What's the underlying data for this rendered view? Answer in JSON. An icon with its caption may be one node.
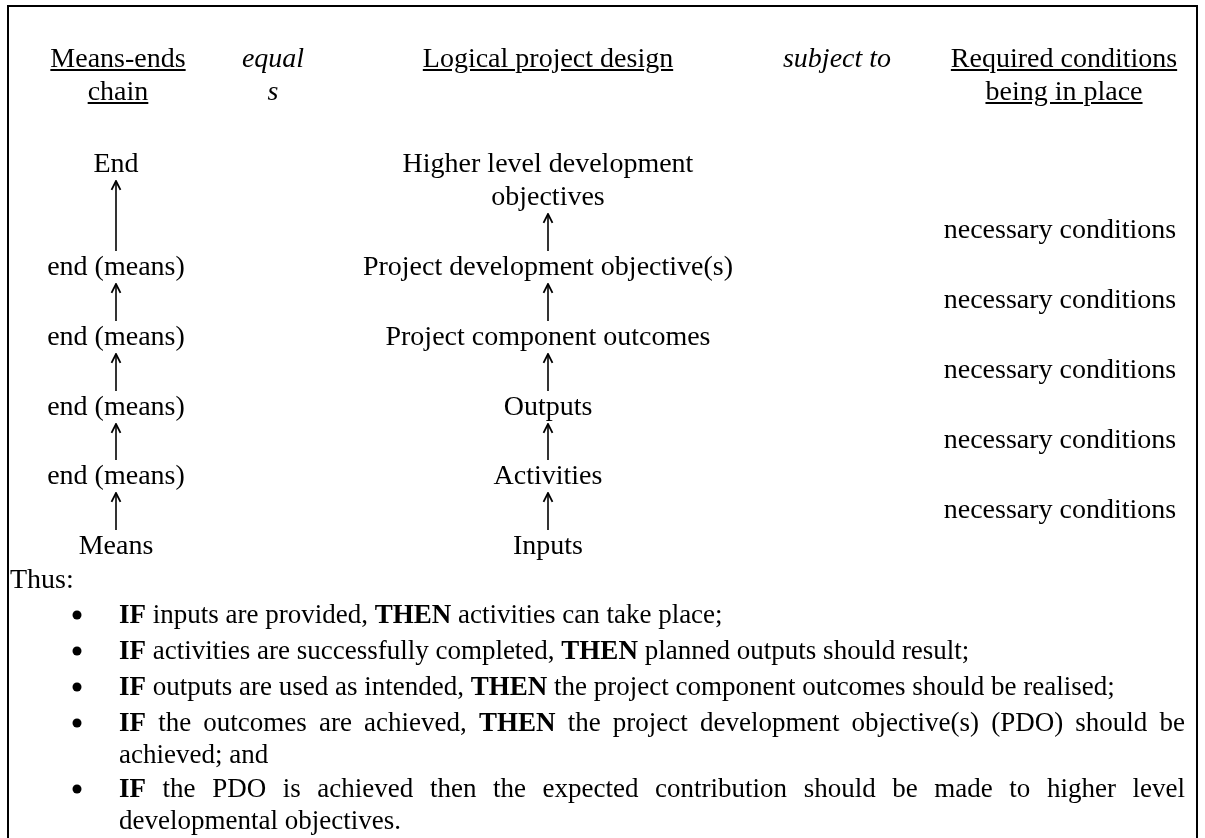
{
  "diagram": {
    "nodes": [
      {
        "text": [
          "End"
        ]
      },
      {
        "text": [
          "end (means)"
        ]
      },
      {
        "text": [
          "end (means)"
        ]
      },
      {
        "text": [
          "end (means)"
        ]
      },
      {
        "text": [
          "end (means)"
        ]
      },
      {
        "text": [
          "Means"
        ]
      },
      {
        "text": [
          "Higher level development objectives"
        ]
      },
      {
        "text": [
          "Project development objective(s)"
        ]
      },
      {
        "text": [
          "Project component outcomes"
        ]
      },
      {
        "text": [
          "Outputs"
        ]
      },
      {
        "text": [
          "Activities"
        ]
      },
      {
        "text": [
          "Inputs"
        ]
      }
    ],
    "edges": [
      {
        "from": 1,
        "to": 0,
        "arrow": "to"
      },
      {
        "from": 2,
        "to": 1,
        "arrow": "to"
      },
      {
        "from": 3,
        "to": 2,
        "arrow": "to"
      },
      {
        "from": 4,
        "to": 3,
        "arrow": "to"
      },
      {
        "from": 5,
        "to": 4,
        "arrow": "to"
      },
      {
        "from": 7,
        "to": 6,
        "arrow": "to"
      },
      {
        "from": 8,
        "to": 7,
        "arrow": "to"
      },
      {
        "from": 9,
        "to": 8,
        "arrow": "to"
      },
      {
        "from": 10,
        "to": 9,
        "arrow": "to"
      },
      {
        "from": 11,
        "to": 10,
        "arrow": "to"
      }
    ],
    "labels": [
      "Means-ends chain",
      "equal s",
      "Logical project design",
      "subject to",
      "Required conditions being in place",
      "necessary conditions",
      "necessary conditions",
      "necessary conditions",
      "necessary conditions",
      "necessary conditions",
      "Thus:",
      "**IF** inputs are provided, **THEN** activities can take place;",
      "**IF** activities are successfully completed, **THEN** planned outputs should result;",
      "**IF** outputs are used as intended, **THEN** the project component outcomes should be realised;",
      "**IF** the outcomes are achieved, **THEN** the project development objective(s) (PDO) should be achieved; and",
      "**IF** the PDO is achieved then the expected contribution should be made to higher level developmental objectives."
    ]
  }
}
